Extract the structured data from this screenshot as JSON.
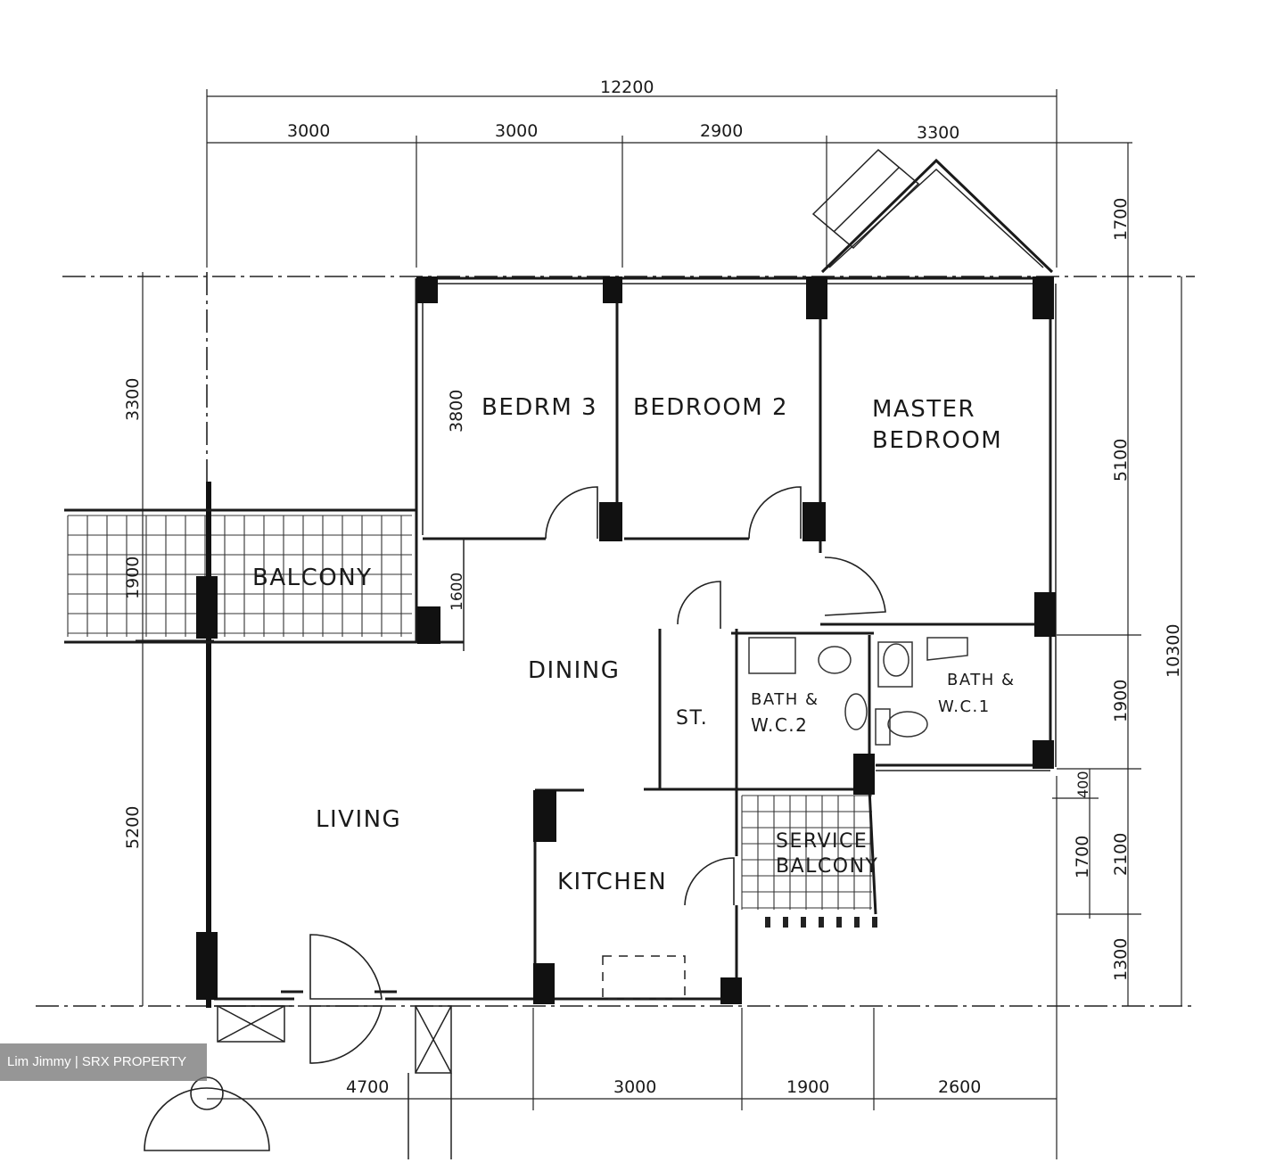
{
  "rooms": {
    "bedroom3": "BEDRM 3",
    "bedroom2": "BEDROOM 2",
    "master_line1": "MASTER",
    "master_line2": "BEDROOM",
    "balcony": "BALCONY",
    "dining": "DINING",
    "store": "ST.",
    "bath2_line1": "BATH &",
    "bath2_line2": "W.C.2",
    "bath1_line1": "BATH &",
    "bath1_line2": "W.C.1",
    "living": "LIVING",
    "kitchen": "KITCHEN",
    "service_line1": "SERVICE",
    "service_line2": "BALCONY"
  },
  "dimensions": {
    "top_total": "12200",
    "top": [
      "3000",
      "3000",
      "2900",
      "3300"
    ],
    "bottom": [
      "4700",
      "3000",
      "1900",
      "2600"
    ],
    "left": [
      "3300",
      "1900",
      "5200"
    ],
    "right": [
      "1700",
      "5100",
      "1900",
      "2100",
      "1300"
    ],
    "right_total": "10300",
    "right_small": [
      "400",
      "1700"
    ],
    "inner": [
      "3800",
      "1600"
    ]
  },
  "watermark": "Lim Jimmy | SRX PROPERTY"
}
